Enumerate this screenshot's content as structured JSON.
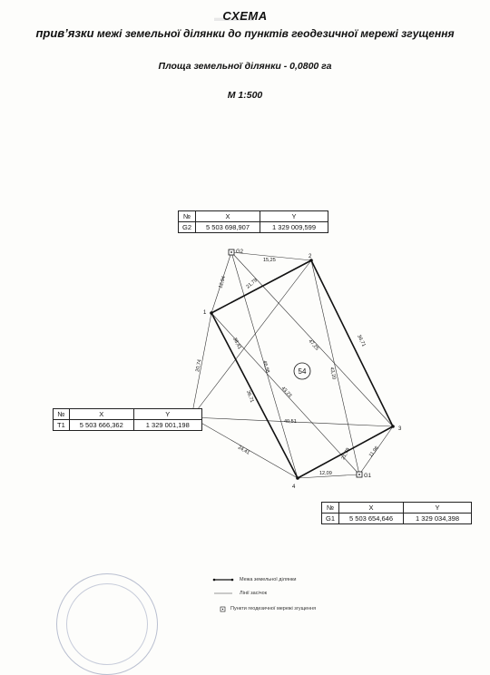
{
  "header": {
    "title": "СХЕМА",
    "subtitle_bold": "прив’язки",
    "subtitle_rest": "межі земельної ділянки до пунктів геодезичної мережі згущення",
    "area": "Площа земельної ділянки - 0,0800 га",
    "scale": "М  1:500"
  },
  "parcel_number": "54",
  "point_labels": {
    "p1": "1",
    "p2": "2",
    "p3": "3",
    "p4": "4",
    "g1": "G1",
    "g2": "G2",
    "t1": "T1"
  },
  "distances": {
    "g2_2": "15,25",
    "g2_1": "12,94",
    "g2_2_diag": "21,79",
    "p2_3": "36,71",
    "p1_4": "36,71",
    "t1_1": "20,74",
    "t1_3": "40,51",
    "t1_4": "24,41",
    "g1_3": "11,96",
    "g1_4": "12,09",
    "g1_2": "43,20",
    "g1_1": "43,23",
    "g2_4": "46,98",
    "g2_3": "38,41",
    "p2_t1": "47,25",
    "g1_1b": "21,79"
  },
  "tables": {
    "g2": {
      "headers": [
        "№",
        "X",
        "Y"
      ],
      "row": [
        "G2",
        "5 503 698,907",
        "1 329 009,599"
      ]
    },
    "t1": {
      "headers": [
        "№",
        "X",
        "Y"
      ],
      "row": [
        "T1",
        "5 503 666,362",
        "1 329 001,198"
      ]
    },
    "g1": {
      "headers": [
        "№",
        "X",
        "Y"
      ],
      "row": [
        "G1",
        "5 503 654,646",
        "1 329 034,398"
      ]
    }
  },
  "legend": {
    "boundary": "Межа земельної ділянки",
    "survey_line": "Лінії засічок",
    "geodetic_point": "Пункти геодезичної мережі згущення"
  }
}
